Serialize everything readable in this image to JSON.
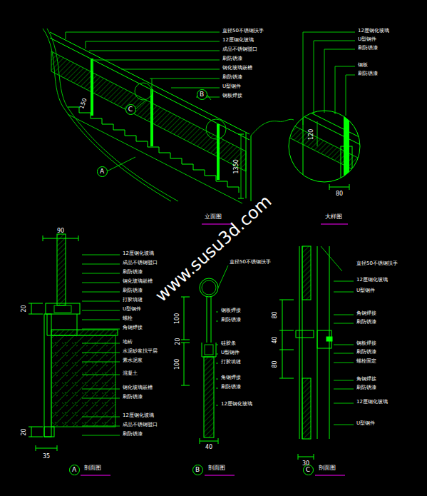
{
  "diagram": {
    "nodes": [
      {
        "text": [
          "A"
        ]
      },
      {
        "text": [
          "B"
        ]
      },
      {
        "text": [
          "C"
        ]
      },
      {
        "text": [
          "A"
        ]
      },
      {
        "text": [
          "B"
        ]
      },
      {
        "text": [
          "C"
        ]
      }
    ],
    "labels": [
      "直径50不锈钢扶手",
      "12厘钢化玻璃",
      "成品不锈钢驳口",
      "刷防锈漆",
      "钢化玻璃嵌槽",
      "刷防锈漆",
      "U型钢件",
      "钢板焊接",
      "150",
      "1350",
      "立面图",
      "12厘钢化玻璃",
      "U型钢件",
      "刷防锈漆",
      "钢板",
      "刷防锈漆",
      "120",
      "80",
      "大样图",
      "90",
      "12厘钢化玻璃",
      "成品不锈钢驳口",
      "刷防锈漆",
      "钢化玻璃嵌槽",
      "刷防锈漆",
      "打胶填缝",
      "U型钢件",
      "螺栓",
      "角钢焊接",
      "地砖",
      "水泥砂浆找平层",
      "素水泥浆",
      "混凝土",
      "钢化玻璃嵌槽",
      "刷防锈漆",
      "12厘钢化玻璃",
      "成品不锈钢驳口",
      "刷防锈漆",
      "20",
      "20",
      "35",
      "剖面图",
      "直径50不锈钢扶手",
      "钢板焊接",
      "刷防锈漆",
      "硅胶条",
      "U型钢件",
      "打胶填缝",
      "角钢焊接",
      "刷防锈漆",
      "12厘钢化玻璃",
      "100",
      "20",
      "100",
      "40",
      "剖面图",
      "直径50不锈钢扶手",
      "12厘钢化玻璃",
      "U型钢件",
      "角钢焊接",
      "刷防锈漆",
      "钢板焊接",
      "刷防锈漆",
      "螺栓固定",
      "角钢焊接",
      "刷防锈漆",
      "12厘钢化玻璃",
      "U型钢件",
      "80",
      "40",
      "80",
      "30",
      "剖面图",
      "www.susu3d.com"
    ]
  }
}
